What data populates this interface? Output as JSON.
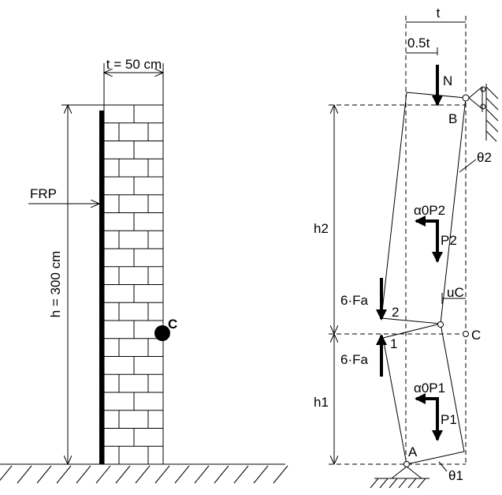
{
  "left": {
    "thickness_label": "t = 50 cm",
    "height_label": "h = 300 cm",
    "frp_label": "FRP",
    "point_label": "C"
  },
  "right": {
    "t_label": "t",
    "half_t_label": "0.5t",
    "N_label": "N",
    "B_label": "B",
    "theta2_label": "θ2",
    "alpha_p2_label": "α0P2",
    "p2_label": "P2",
    "h2_label": "h2",
    "h1_label": "h1",
    "fa_top_label": "6·Fa",
    "fa_bottom_label": "6·Fa",
    "node2_label": "2",
    "node1_label": "1",
    "uc_label": "uC",
    "C_label": "C",
    "alpha_p1_label": "α0P1",
    "p1_label": "P1",
    "A_label": "A",
    "theta1_label": "θ1"
  }
}
